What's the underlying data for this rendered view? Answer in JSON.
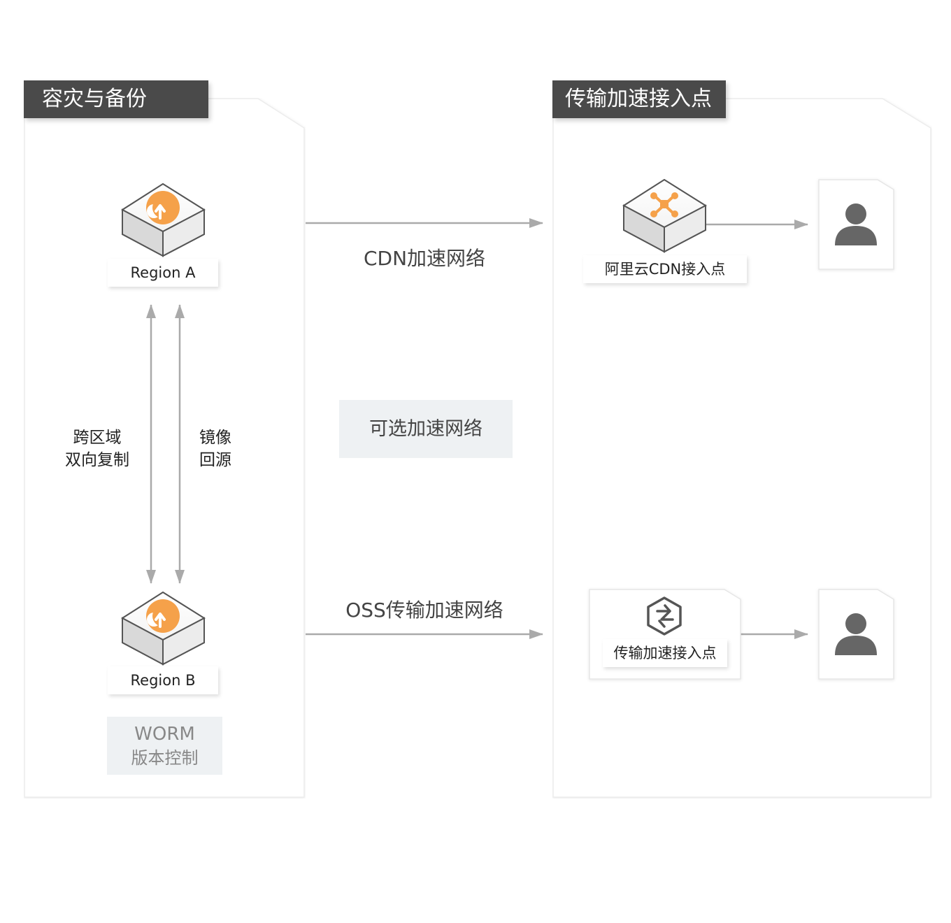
{
  "left_panel": {
    "title": "容灾与备份",
    "region_a": {
      "label": "Region A",
      "icon": "oss-icon"
    },
    "region_b": {
      "label": "Region B",
      "icon": "oss-icon"
    },
    "cross_region": {
      "line1": "跨区域",
      "line2": "双向复制"
    },
    "mirror": {
      "line1": "镜像",
      "line2": "回源"
    },
    "worm": {
      "line1": "WORM",
      "line2": "版本控制"
    }
  },
  "right_panel": {
    "title": "传输加速接入点",
    "cdn_node": {
      "label": "阿里云CDN接入点",
      "icon": "cdn-icon"
    },
    "accel_node": {
      "label": "传输加速接入点",
      "icon": "transfer-acceleration-icon"
    },
    "user_icon": "user-icon"
  },
  "connections": {
    "cdn": "CDN加速网络",
    "optional": "可选加速网络",
    "oss_accel": "OSS传输加速网络"
  },
  "colors": {
    "tab_bg": "#4a4a4a",
    "accent_orange": "#f5a14a",
    "arrow_gray": "#aaaaaa",
    "user_gray": "#666666",
    "gray_box": "#eef1f3"
  }
}
